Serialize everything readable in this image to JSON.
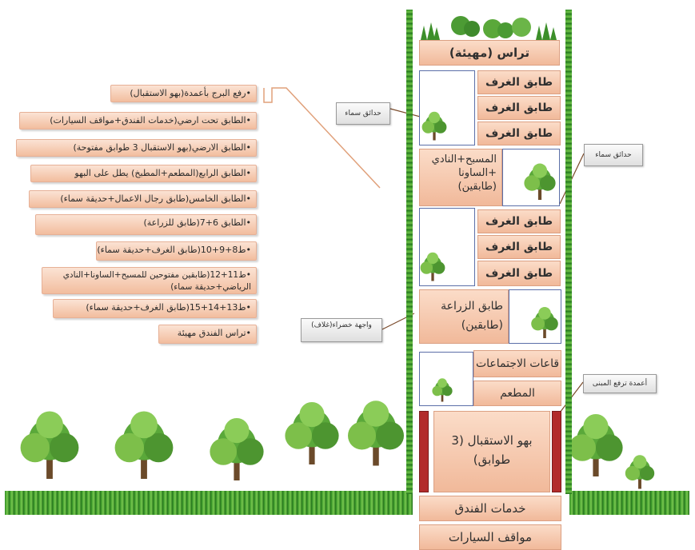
{
  "labels": [
    "•رفع البرج بأعمدة(بهو الاستقبال)",
    "•الطابق تحت ارضي(خدمات الفندق+مواقف السيارات)",
    "•الطابق الارضي(بهو الاستقبال 3 طوابق مفتوحة)",
    "•الطابق الرابع(المطعم+المطبخ) يطل على البهو",
    "•الطابق الخامس(طابق رجال الاعمال+حديقة سماء)",
    "•الطابق 6+7(طابق للزراعة)",
    "•ط8+9+10(طابق الغرف+حديقة سماء)",
    "•ط11+12(طابقين مفتوحين للمسبح+الساونا+النادي الرياضي+حديقة سماء)",
    "•ط13+14+15(طابق الغرف+حديقة سماء)",
    "•تراس الفندق مهيئة"
  ],
  "tower": {
    "terrace": "تراس (مهيئة)",
    "rooms_floor": "طابق الغرف",
    "pool_block": "المسبح+النادي +الساونا (طابقين)",
    "agri_block": "طابق الزراعة (طابقين)",
    "meeting_rooms": "قاعات الاجتماعات",
    "restaurant": "المطعم",
    "lobby": "بهو الاستقبال (3 طوابق)",
    "services": "خدمات الفندق",
    "parking": "مواقف السيارات"
  },
  "callouts": {
    "sky_garden_left": "حدائق سماء",
    "sky_garden_right": "حدائق سماء",
    "green_facade": "واجهة خضراء(غلاف)",
    "columns": "أعمدة ترفع المبنى"
  },
  "colors": {
    "peach_fill": "#f4c3a6",
    "grass": "#3c9a2c",
    "column_red": "#b22b2b",
    "window_border": "#5b6fa8"
  }
}
